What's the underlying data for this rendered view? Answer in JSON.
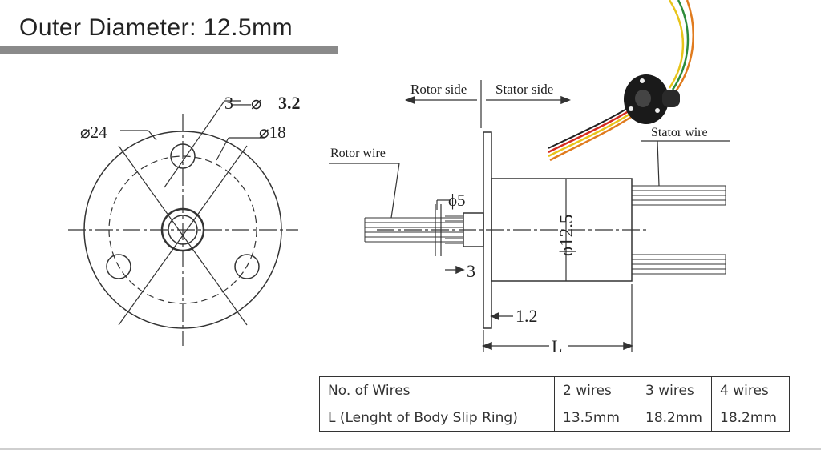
{
  "title": "Outer Diameter: 12.5mm",
  "front_view": {
    "label_outer": "⌀24",
    "label_holes": "3—⌀",
    "label_holes_bold": "3.2",
    "label_pcd": "⌀18"
  },
  "side_view": {
    "rotor_side": "Rotor side",
    "stator_side": "Stator side",
    "rotor_wire": "Rotor wire",
    "stator_wire": "Stator wire",
    "dim_shaft": "ϕ5",
    "dim_body": "ϕ12.5",
    "dim_3": "3",
    "dim_flange": "1.2",
    "dim_length": "L"
  },
  "table": {
    "rows": [
      [
        "No. of Wires",
        "2 wires",
        "3 wires",
        "4 wires"
      ],
      [
        "L (Lenght of Body Slip Ring)",
        "13.5mm",
        "18.2mm",
        "18.2mm"
      ]
    ]
  }
}
